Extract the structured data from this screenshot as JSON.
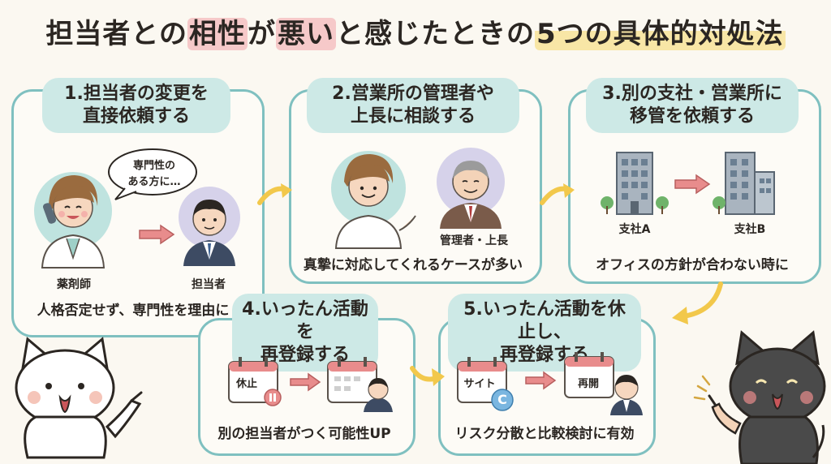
{
  "title": {
    "part1": "担当者との",
    "part2": "相性",
    "part3": "が",
    "part4": "悪い",
    "part5": "と感じたときの",
    "part6": "5つの具体的対処法"
  },
  "steps": [
    {
      "title_line1": "1.担当者の変更を",
      "title_line2": "直接依頼する",
      "bubble_line1": "専門性の",
      "bubble_line2": "ある方に…",
      "label_left": "薬剤師",
      "label_right": "担当者",
      "caption": "人格否定せず、専門性を理由に"
    },
    {
      "title_line1": "2.営業所の管理者や",
      "title_line2": "上長に相談する",
      "label_right": "管理者・上長",
      "caption": "真摯に対応してくれるケースが多い"
    },
    {
      "title_line1": "3.別の支社・営業所に",
      "title_line2": "移管を依頼する",
      "label_left": "支社A",
      "label_right": "支社B",
      "caption": "オフィスの方針が合わない時に"
    },
    {
      "title_line1": "4.いったん活動を",
      "title_line2": "再登録する",
      "calendar_label": "休止",
      "caption": "別の担当者がつく可能性UP"
    },
    {
      "title_line1": "5.いったん活動を休止し、",
      "title_line2": "再登録する",
      "calendar_left": "サイト",
      "calendar_right": "再開",
      "badge": "C",
      "caption": "リスク分散と比較検討に有効"
    }
  ],
  "colors": {
    "panel_border": "#7fc0c0",
    "title_fill": "#cde9e6",
    "arrow_pink": "#e88c8c",
    "arrow_yellow": "#f2c84b"
  }
}
